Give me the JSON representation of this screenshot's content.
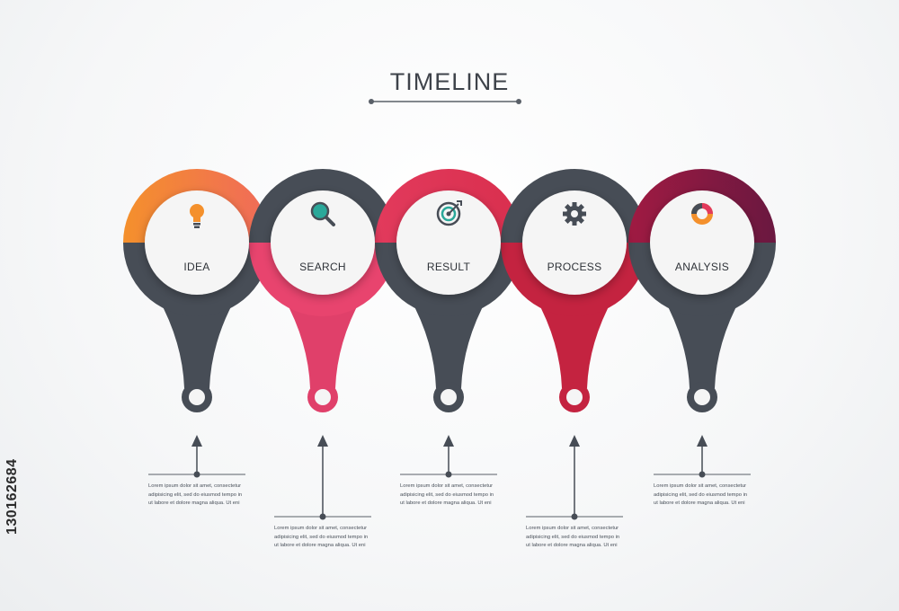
{
  "title": "TIMELINE",
  "stock_id": "130162684",
  "steps": [
    {
      "label": "IDEA",
      "icon": "lightbulb-icon",
      "top_color": "#f4902c",
      "top_color2": "#f06a5a",
      "bottom_color": "#474d56",
      "stem_color": "#474d56",
      "desc_position": "top"
    },
    {
      "label": "SEARCH",
      "icon": "magnifier-icon",
      "top_color": "#474d56",
      "top_color2": "#474d56",
      "bottom_color": "#e8446e",
      "stem_color": "#e0406a",
      "desc_position": "bottom"
    },
    {
      "label": "RESULT",
      "icon": "target-icon",
      "top_color": "#e23a5c",
      "top_color2": "#d92f4e",
      "bottom_color": "#474d56",
      "stem_color": "#474d56",
      "desc_position": "top"
    },
    {
      "label": "PROCESS",
      "icon": "gear-icon",
      "top_color": "#474d56",
      "top_color2": "#474d56",
      "bottom_color": "#c42340",
      "stem_color": "#c42340",
      "desc_position": "bottom"
    },
    {
      "label": "ANALYSIS",
      "icon": "donut-chart-icon",
      "top_color": "#a01a42",
      "top_color2": "#6a1840",
      "bottom_color": "#474d56",
      "stem_color": "#474d56",
      "desc_position": "top"
    }
  ],
  "descriptions": [
    {
      "lines": [
        "Lorem ipsum dolor sit amet, consectetur",
        "adipisicing elit, sed do eiusmod tempo in",
        "ut labore et dolore magna aliqua. Ut eni"
      ]
    },
    {
      "lines": [
        "Lorem ipsum dolor sit amet, consectetur",
        "adipisicing elit, sed do eiusmod tempo in",
        "ut labore et dolore magna aliqua. Ut eni"
      ]
    },
    {
      "lines": [
        "Lorem ipsum dolor sit amet, consectetur",
        "adipisicing elit, sed do eiusmod tempo in",
        "ut labore et dolore magna aliqua. Ut eni"
      ]
    },
    {
      "lines": [
        "Lorem ipsum dolor sit amet, consectetur",
        "adipisicing elit, sed do eiusmod tempo in",
        "ut labore et dolore magna aliqua. Ut eni"
      ]
    },
    {
      "lines": [
        "Lorem ipsum dolor sit amet, consectetur",
        "adipisicing elit, sed do eiusmod tempo in",
        "ut labore et dolore magna aliqua. Ut eni"
      ]
    }
  ],
  "colors": {
    "dark_gray": "#474d56",
    "line_gray": "#5a6068",
    "inner_circle": "#f5f5f5"
  }
}
